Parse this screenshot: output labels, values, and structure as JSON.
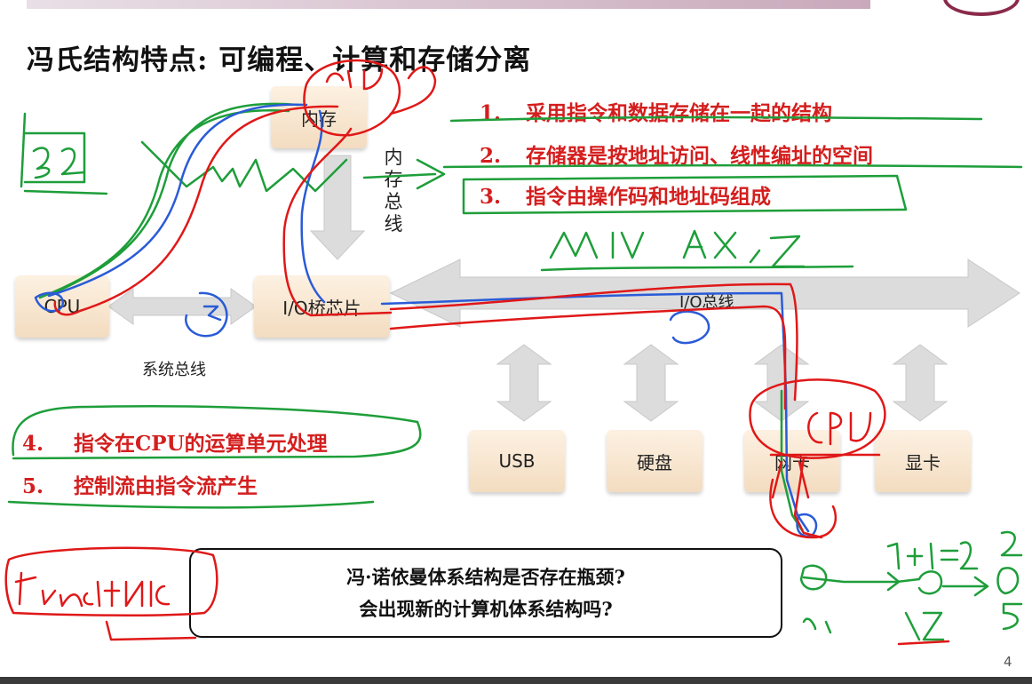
{
  "slide": {
    "title": "冯氏结构特点: 可编程、计算和存储分离",
    "page_number": "4"
  },
  "diagram": {
    "nodes": {
      "memory": "内存",
      "cpu": "CPU",
      "io_bridge": "I/O桥芯片",
      "usb": "USB",
      "disk": "硬盘",
      "nic": "网卡",
      "gpu": "显卡"
    },
    "bus_labels": {
      "memory_bus": [
        "内",
        "存",
        "总",
        "线"
      ],
      "system_bus": "系统总线",
      "io_bus": "I/O总线"
    }
  },
  "rules": [
    {
      "num": "1.",
      "text": "采用指令和数据存储在一起的结构"
    },
    {
      "num": "2.",
      "text": "存储器是按地址访问、线性编址的空间"
    },
    {
      "num": "3.",
      "text": "指令由操作码和地址码组成"
    },
    {
      "num": "4.",
      "text": "指令在CPU的运算单元处理"
    },
    {
      "num": "5.",
      "text": "控制流由指令流产生"
    }
  ],
  "question": {
    "line1": "冯·诺依曼体系结构是否存在瓶颈?",
    "line2": "会出现新的计算机体系结构吗?"
  },
  "colors": {
    "rule_red": "#d41e1e",
    "box_fill": "#f6e3cc",
    "arrow_gray": "#d9d9d9",
    "ink_green": "#1e9e3a",
    "ink_blue": "#2a5bd7",
    "ink_red": "#e01818"
  }
}
